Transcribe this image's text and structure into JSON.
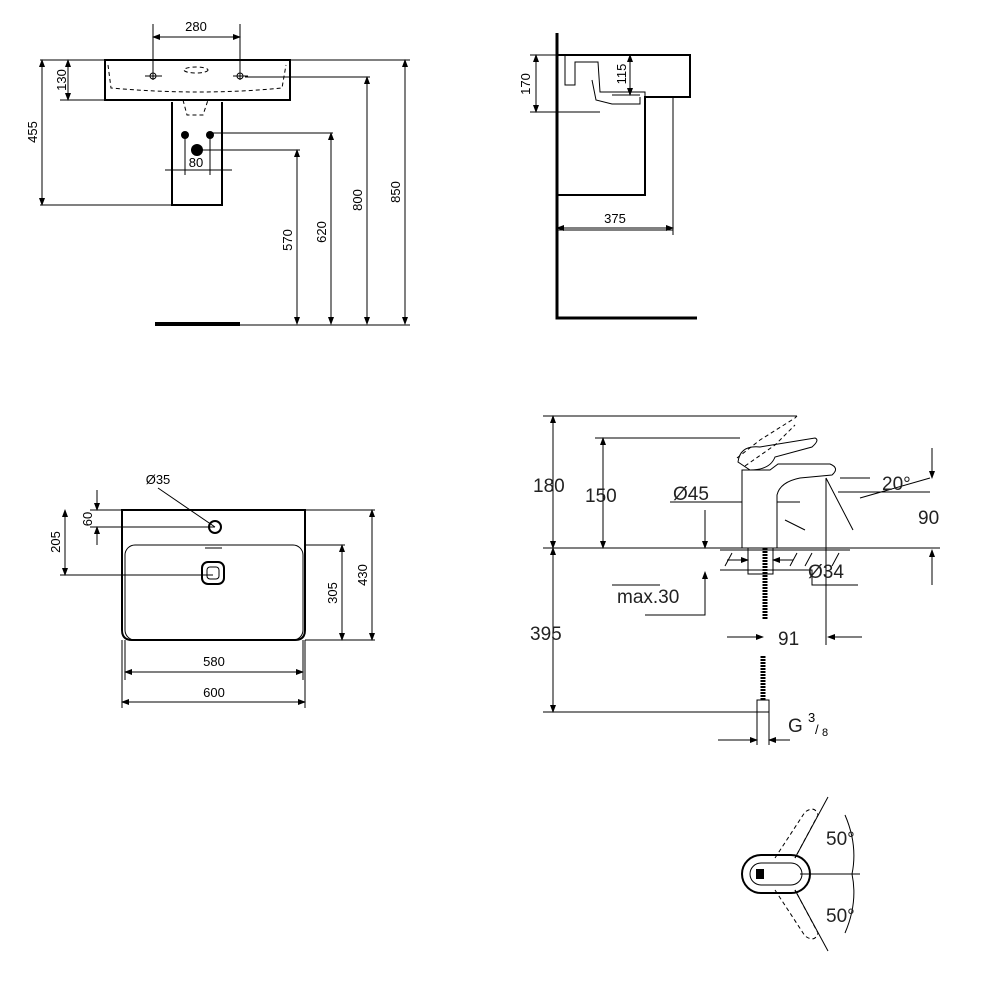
{
  "basin_front_view": {
    "dims": {
      "tap_hole_spacing": "280",
      "overflow_height": "130",
      "basin_to_pedestal_bottom": "455",
      "waste_height": "570",
      "supply_height": "620",
      "tap_hole_height": "800",
      "rim_height": "850",
      "supply_spacing": "80"
    }
  },
  "basin_side_view": {
    "dims": {
      "basin_depth": "170",
      "bowl_depth": "115",
      "projection": "375"
    }
  },
  "basin_top_view": {
    "dims": {
      "tap_hole_diameter": "Ø35",
      "tap_hole_offset": "60",
      "waste_offset": "205",
      "bowl_depth": "305",
      "overall_depth": "430",
      "bowl_width": "580",
      "overall_width": "600"
    }
  },
  "faucet_side_view": {
    "dims": {
      "lever_height": "180",
      "spout_height": "150",
      "body_diameter": "Ø45",
      "lever_angle": "20°",
      "spout_clearance": "90",
      "hole_diameter": "Ø34",
      "max_deck": "max.30",
      "hose_length": "395",
      "spout_reach": "91",
      "connection": "G",
      "connection_num": "3",
      "connection_den": "8"
    }
  },
  "faucet_top_view": {
    "dims": {
      "rotation_left": "50°",
      "rotation_right": "50°"
    }
  }
}
